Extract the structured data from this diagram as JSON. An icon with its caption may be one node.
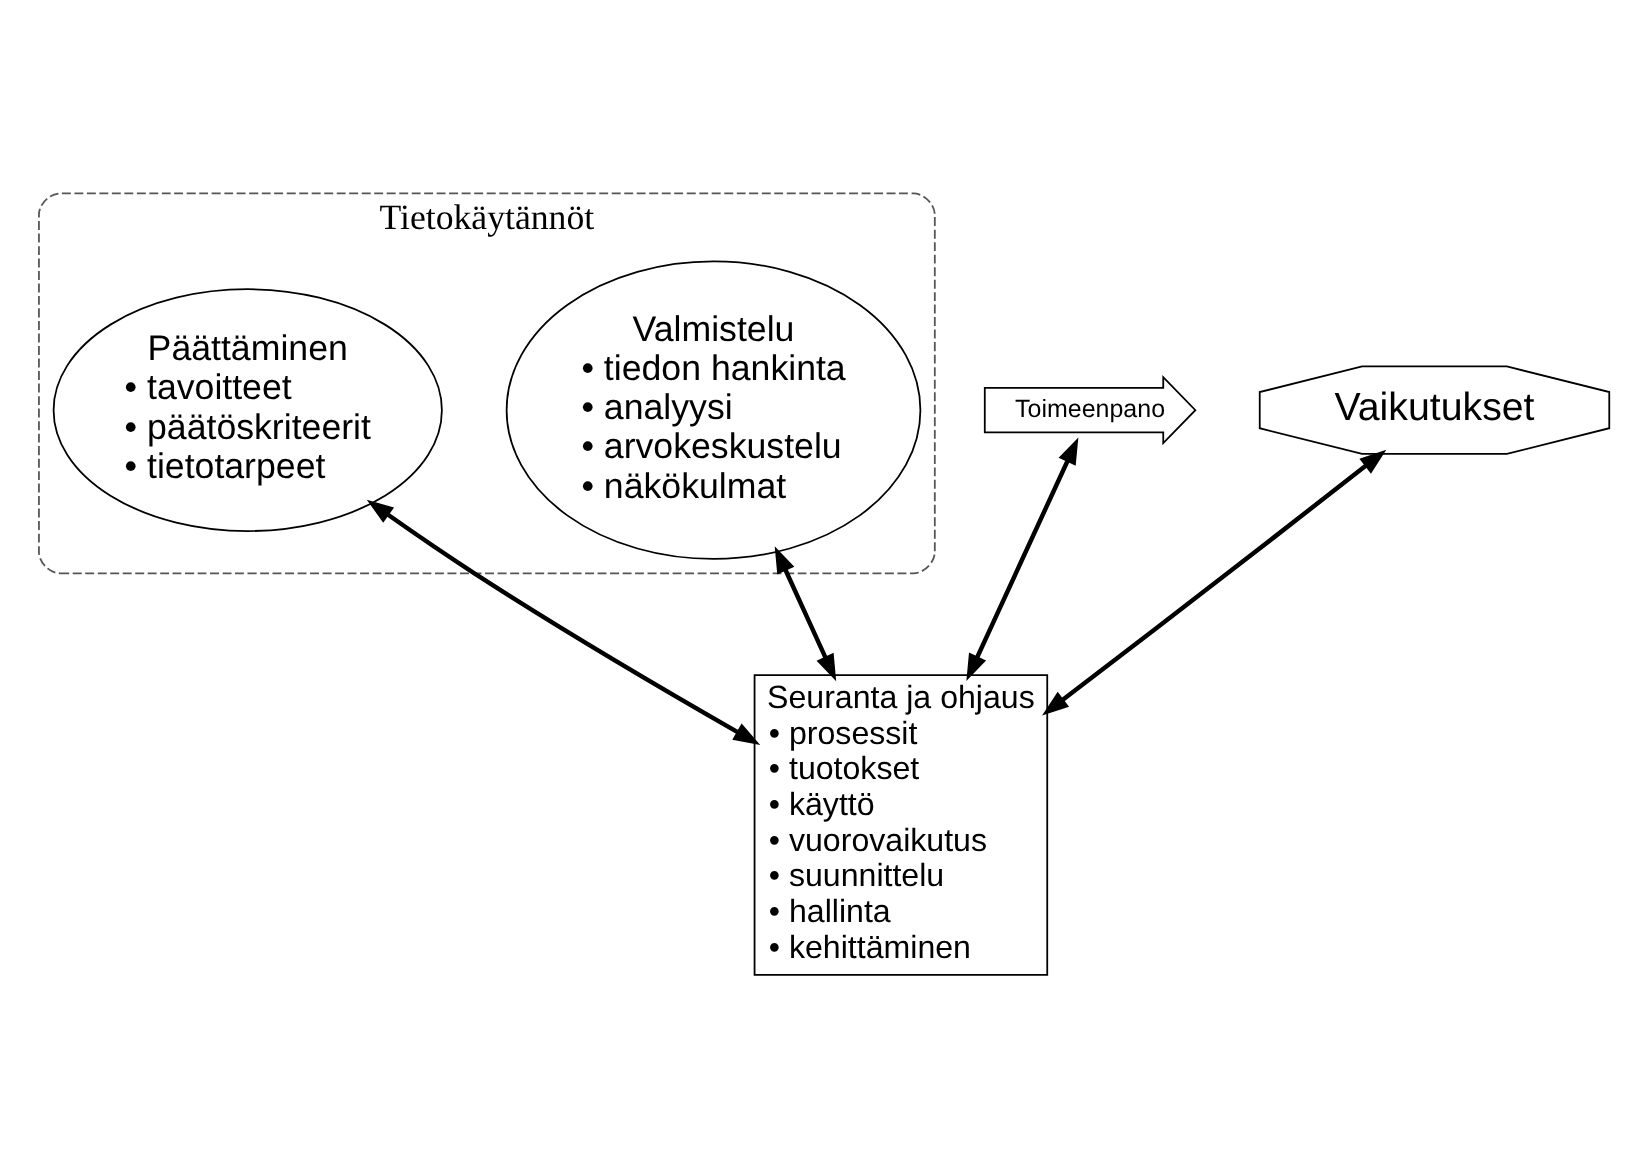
{
  "diagram": {
    "nodes": [
      {
        "text": [
          "Tietokäytännöt"
        ]
      },
      {
        "text": [
          "Valmistelu",
          "• tiedon hankinta",
          "• analyysi",
          "• arvokeskustelu",
          "• näkökulmat"
        ],
        "in": 0
      },
      {
        "text": [
          "Päättäminen",
          "• tavoitteet",
          "• päätöskriteerit",
          "• tietotarpeet"
        ],
        "in": 0
      },
      {
        "text": [
          "Toimeenpano"
        ]
      },
      {
        "text": [
          "Vaikutukset"
        ]
      },
      {
        "text": [
          "Seuranta ja ohjaus",
          "• prosessit",
          "• tuotokset",
          "• käyttö",
          "• vuorovaikutus",
          "• suunnittelu",
          "• hallinta",
          "• kehittäminen"
        ]
      }
    ],
    "edges": [
      {
        "from": 5,
        "to": 1,
        "arrow": "both"
      },
      {
        "from": 5,
        "to": 2,
        "arrow": "both"
      },
      {
        "from": 5,
        "to": 3,
        "arrow": "both"
      },
      {
        "from": 5,
        "to": 4,
        "arrow": "both"
      }
    ]
  }
}
